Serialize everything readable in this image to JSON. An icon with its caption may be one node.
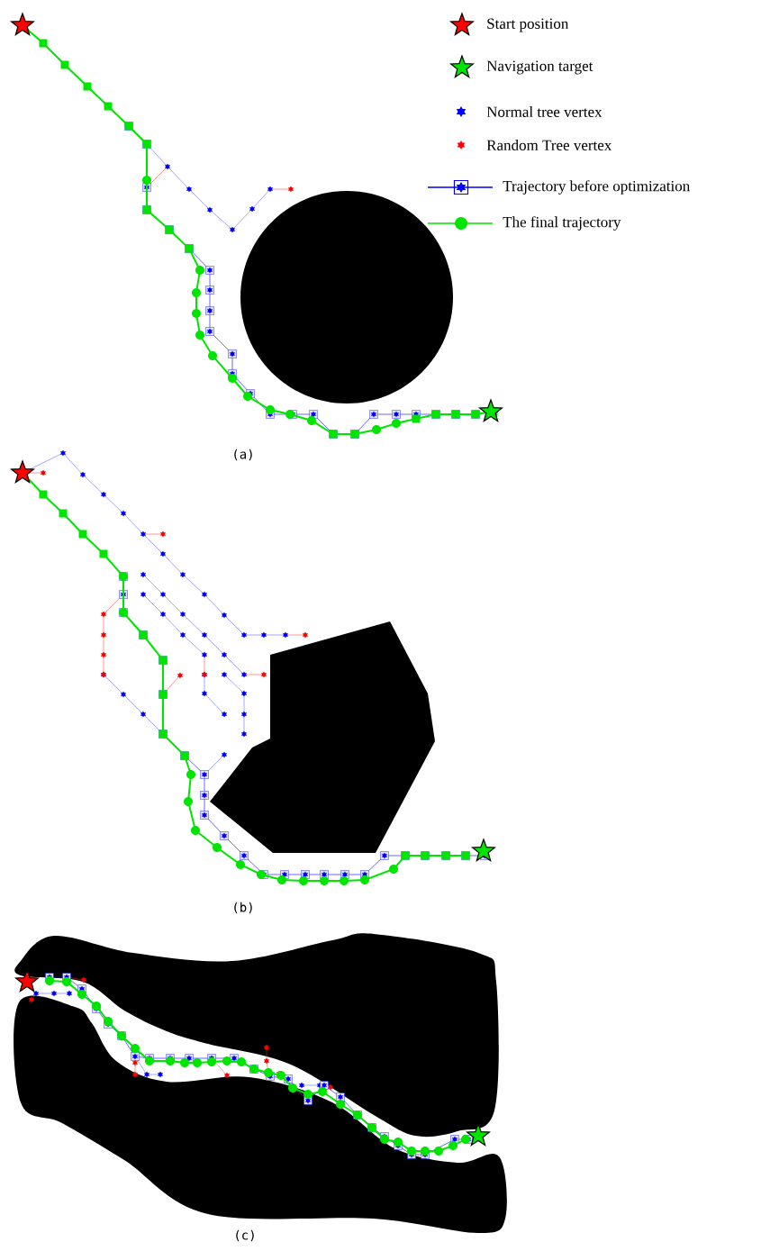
{
  "diagram": {
    "labels": [
      "(a)",
      "(b)",
      "(c)"
    ],
    "legend": [
      {
        "text": "Start position"
      },
      {
        "text": "Navigation target"
      },
      {
        "text": "Normal tree vertex"
      },
      {
        "text": "Random Tree vertex"
      },
      {
        "text": "Trajectory before optimization"
      },
      {
        "text": "The final trajectory"
      }
    ]
  }
}
